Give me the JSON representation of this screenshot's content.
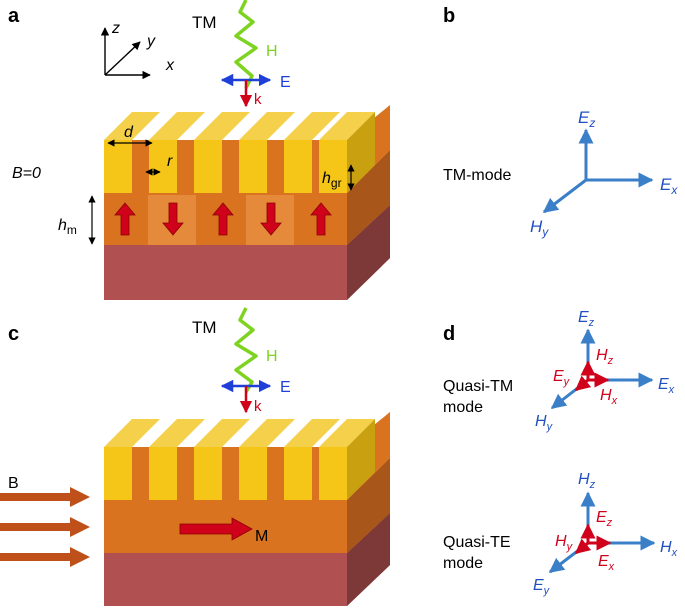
{
  "panels": {
    "a": {
      "label": "a",
      "polarization": "TM",
      "axes": {
        "z": "z",
        "y": "y",
        "x": "x"
      },
      "wave": {
        "H": "H",
        "E": "E",
        "k": "k"
      },
      "field_condition": "B=0",
      "dims": {
        "d": "d",
        "r": "r",
        "h_gr": "h",
        "h_gr_sub": "gr",
        "h_m": "h",
        "h_m_sub": "m"
      },
      "magnetization_arrows": [
        "up",
        "down",
        "up",
        "down",
        "up"
      ]
    },
    "b": {
      "label": "b",
      "mode": "TM-mode",
      "vectors": [
        {
          "name": "Ez",
          "main": "E",
          "sub": "z",
          "color": "#2060c0"
        },
        {
          "name": "Ex",
          "main": "E",
          "sub": "x",
          "color": "#2060c0"
        },
        {
          "name": "Hy",
          "main": "H",
          "sub": "y",
          "color": "#2060c0"
        }
      ]
    },
    "c": {
      "label": "c",
      "polarization": "TM",
      "wave": {
        "H": "H",
        "E": "E",
        "k": "k"
      },
      "external_field": "B",
      "magnetization": "M"
    },
    "d": {
      "label": "d",
      "quasi_tm": {
        "line1": "Quasi-TM",
        "line2": "mode",
        "blue": [
          {
            "main": "E",
            "sub": "z"
          },
          {
            "main": "E",
            "sub": "x"
          },
          {
            "main": "H",
            "sub": "y"
          }
        ],
        "red": [
          {
            "main": "H",
            "sub": "z"
          },
          {
            "main": "E",
            "sub": "y"
          },
          {
            "main": "H",
            "sub": "x"
          }
        ]
      },
      "quasi_te": {
        "line1": "Quasi-TE",
        "line2": "mode",
        "blue": [
          {
            "main": "H",
            "sub": "z"
          },
          {
            "main": "H",
            "sub": "x"
          },
          {
            "main": "E",
            "sub": "y"
          }
        ],
        "red": [
          {
            "main": "E",
            "sub": "z"
          },
          {
            "main": "H",
            "sub": "y"
          },
          {
            "main": "E",
            "sub": "x"
          }
        ]
      }
    }
  },
  "colors": {
    "gold": "#f5c518",
    "gold_dark": "#c9a010",
    "orange": "#d9731f",
    "orange_dark": "#a8561a",
    "brick": "#b05050",
    "brick_dark": "#7d3838",
    "wave_green": "#7ed321",
    "E_blue": "#1f3fd8",
    "k_red": "#d0021b",
    "vec_blue": "#3a7fc8",
    "vec_red": "#d0021b"
  }
}
